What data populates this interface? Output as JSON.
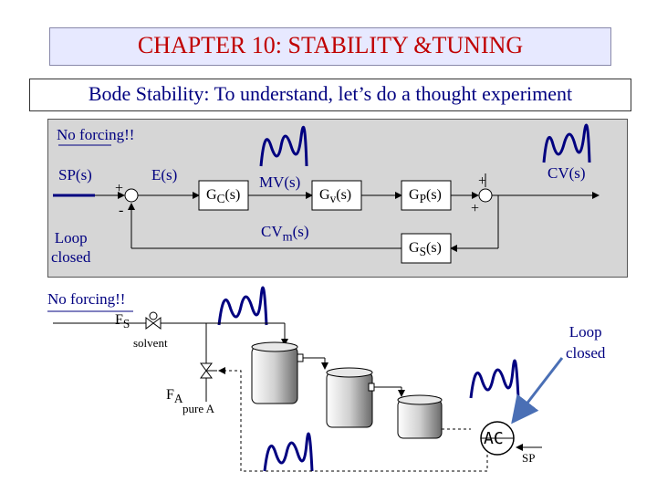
{
  "header": {
    "title": "CHAPTER 10: STABILITY &TUNING",
    "subtitle": "Bode Stability:  To understand, let’s do a thought experiment"
  },
  "block_diagram": {
    "no_forcing": "No forcing!!",
    "sp": "SP(s)",
    "error": "E(s)",
    "gc": "G<sub>C</sub>(s)",
    "mv": "MV(s)",
    "gv": "G<sub>v</sub>(s)",
    "gp": "G<sub>P</sub>(s)",
    "cv": "CV(s)",
    "cvm": "CV<sub>m</sub>(s)",
    "gs": "G<sub>S</sub>(s)",
    "loop_closed": "Loop\nclosed",
    "plus1": "+",
    "minus1": "-",
    "plus2": "+",
    "plus3": "+"
  },
  "process": {
    "no_forcing": "No forcing!!",
    "fs": "F<sub>S</sub>",
    "solvent": "solvent",
    "fa": "F<sub>A</sub>",
    "pure_a": "pure A",
    "controller": "AC",
    "sp": "SP",
    "loop_closed": "Loop\nclosed"
  },
  "colors": {
    "title_red": "#c00000",
    "navy": "#000080",
    "arrow_blue": "#4a6fb5",
    "panel_gray": "#d6d6d6"
  }
}
